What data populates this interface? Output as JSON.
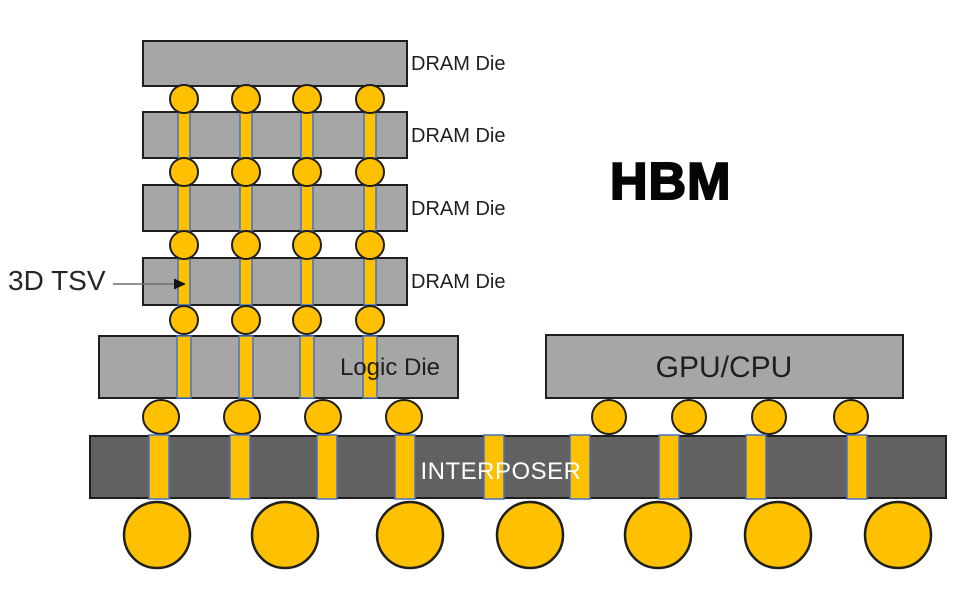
{
  "title": "HBM",
  "stack": {
    "dram_die_labels": [
      "DRAM Die",
      "DRAM Die",
      "DRAM Die",
      "DRAM Die"
    ],
    "logic_die_label": "Logic Die"
  },
  "gpu": {
    "label": "GPU/CPU"
  },
  "interposer": {
    "label": "INTERPOSER"
  },
  "annotation": {
    "label": "3D TSV"
  },
  "structure": {
    "dram_die_count": 4,
    "tsv_columns_per_die": 4,
    "microbump_rows_in_stack": 4,
    "bumps_under_logic_die": 4,
    "bumps_under_gpu": 4,
    "interposer_tsv_count": 9,
    "solder_ball_count": 7
  },
  "colors": {
    "gold": "#FFC000",
    "die_gray": "#A6A6A6",
    "interposer_gray": "#616161",
    "tsv_border_blue": "#4472C4",
    "outline_black": "#1F1F1F",
    "interposer_label_text": "#FFFFFF"
  }
}
